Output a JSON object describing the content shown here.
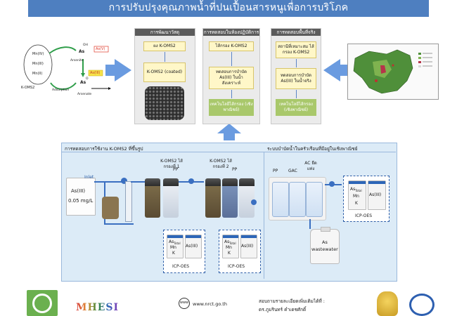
{
  "title": "การปรับปรุงคุณภาพน้ำที่ปนเปื้อนสารหนูเพื่อการบริโภค",
  "left_diagram": {
    "mn4": "Mn(IV)",
    "mn3": "Mn(III)",
    "mn2": "Mn(II)",
    "komsa": "K-OMS2",
    "as3": "As(III)",
    "as5": "As(V)",
    "arsenite": "Arsenite",
    "arsenate": "Arsenate",
    "adsorption": "Adsorption",
    "oh": "OH",
    "o": "O",
    "as": "As"
  },
  "panels": [
    {
      "header": "การพัฒนาวัสดุ",
      "top": "ผง K-OMS2",
      "middle": "K-OMS2 (coated)",
      "bottom": ""
    },
    {
      "header": "การทดสอบในห้องปฏิบัติการ",
      "top": "ไส้กรอง K-OMS2",
      "middle": "ทดสอบการบำบัด As(III) ในน้ำสังเคราะห์",
      "bottom": "เทคโนโลยีไส้กรอง (เชิงพาณิชย์)"
    },
    {
      "header": "การทดสอบพื้นที่จริง",
      "top": "สถานีที่เหมาะสม ไส้กรอง K-OMS2",
      "middle": "ทดสอบการบำบัด As(III) ในน้ำจริง",
      "bottom": "เทคโนโลยีไส้กรอง (เชิงพาณิชย์)"
    }
  ],
  "lower": {
    "left_header": "การทดสอบการใช้งาน K-OMS2 ที่ขึ้นรูป",
    "right_header": "ระบบบำบัดน้ำในครัวเรือนที่มีอยู่ในเชิงพาณิชย์",
    "inlet": "Inlet",
    "feed_label_1": "As(III)",
    "feed_label_2": "0.05 mg/L",
    "filter1_label": "K-OMS2 ไส้กรองที่ 1",
    "pp1": "PP",
    "filter2_label": "K-OMS2 ไส้กรองที่ 2",
    "pp2": "PP",
    "pp3": "PP",
    "gac": "GAC",
    "ac_label": "AC ยืดแท่ง",
    "icp1": "ICP-OES",
    "icp2": "ICP-OES",
    "icp3": "ICP-OES",
    "as_total": "As",
    "total_sub": "Total",
    "mn": "Mn",
    "k": "K",
    "as3": "As(III)",
    "wastewater_1": "As",
    "wastewater_2": "wastewater"
  },
  "footer": {
    "mhesi": "MHESI",
    "web": "www.nrct.go.th",
    "contact_1": "สอบถามรายละเอียดเพิ่มเติมได้ที่ :",
    "contact_2": "ดร.ภูมรินทร์ คำเดชศักดิ์"
  },
  "colors": {
    "title_bg": "#4e7fc0",
    "arrow": "#6a9be0",
    "green": "#a9c86b",
    "yellow": "#fff7c8"
  }
}
